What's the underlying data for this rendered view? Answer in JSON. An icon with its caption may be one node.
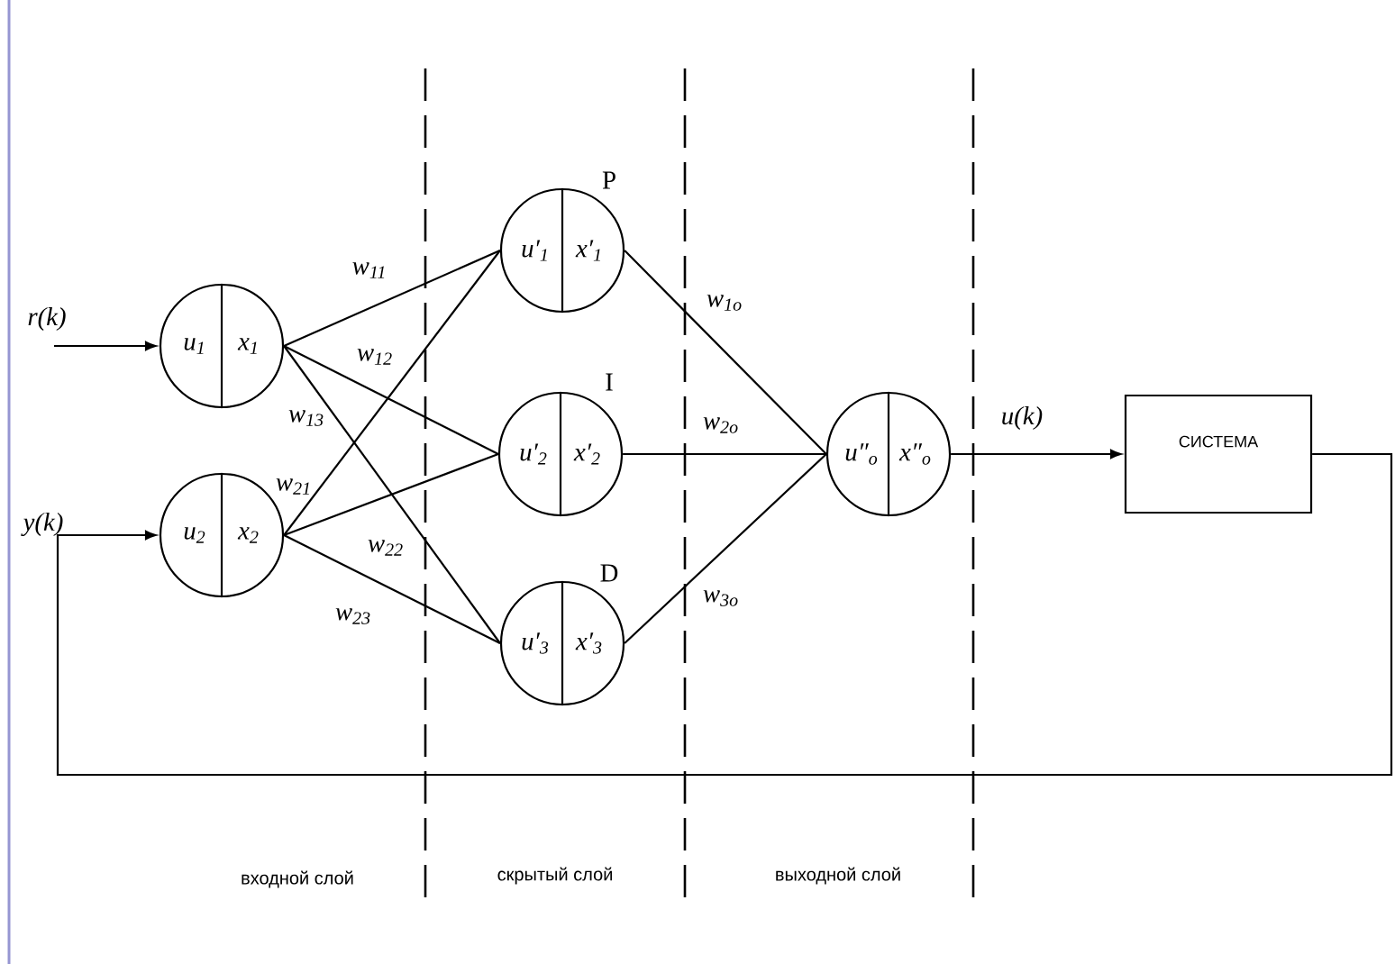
{
  "diagram": {
    "nodes": [
      {
        "text": [
          "u$_{1}$",
          "x$_{1}$"
        ]
      },
      {
        "text": [
          "u$_{2}$",
          "x$_{2}$"
        ]
      },
      {
        "text": [
          "u′$_{1}$",
          "x′$_{1}$"
        ],
        "beside": [
          "P"
        ]
      },
      {
        "text": [
          "u′$_{2}$",
          "x′$_{2}$"
        ],
        "beside": [
          "I"
        ]
      },
      {
        "text": [
          "u′$_{3}$",
          "x′$_{3}$"
        ],
        "beside": [
          "D"
        ]
      },
      {
        "text": [
          "u″$_{o}$",
          "x″$_{o}$"
        ]
      },
      {
        "text": [
          "СИСТЕМА"
        ]
      }
    ],
    "edges": [
      {
        "from": null,
        "to": 0,
        "arrow": "to",
        "label": "r(k)"
      },
      {
        "from": 0,
        "to": 2,
        "arrow": "none",
        "label": "w$_{11}$"
      },
      {
        "from": 0,
        "to": 3,
        "arrow": "none",
        "label": "w$_{12}$"
      },
      {
        "from": 0,
        "to": 4,
        "arrow": "none",
        "label": "w$_{13}$"
      },
      {
        "from": 1,
        "to": 2,
        "arrow": "none",
        "label": "w$_{21}$"
      },
      {
        "from": 1,
        "to": 3,
        "arrow": "none",
        "label": "w$_{22}$"
      },
      {
        "from": 1,
        "to": 4,
        "arrow": "none",
        "label": "w$_{23}$"
      },
      {
        "from": 2,
        "to": 5,
        "arrow": "none",
        "label": "w$_{1o}$"
      },
      {
        "from": 3,
        "to": 5,
        "arrow": "none",
        "label": "w$_{2o}$"
      },
      {
        "from": 4,
        "to": 5,
        "arrow": "none",
        "label": "w$_{3o}$"
      },
      {
        "from": 5,
        "to": 6,
        "arrow": "to",
        "label": "u(k)"
      },
      {
        "from": 6,
        "to": 1,
        "arrow": "to",
        "label": "y(k)"
      }
    ],
    "labels": [
      "входной слой",
      "скрытый слой",
      "выходной слой"
    ]
  }
}
